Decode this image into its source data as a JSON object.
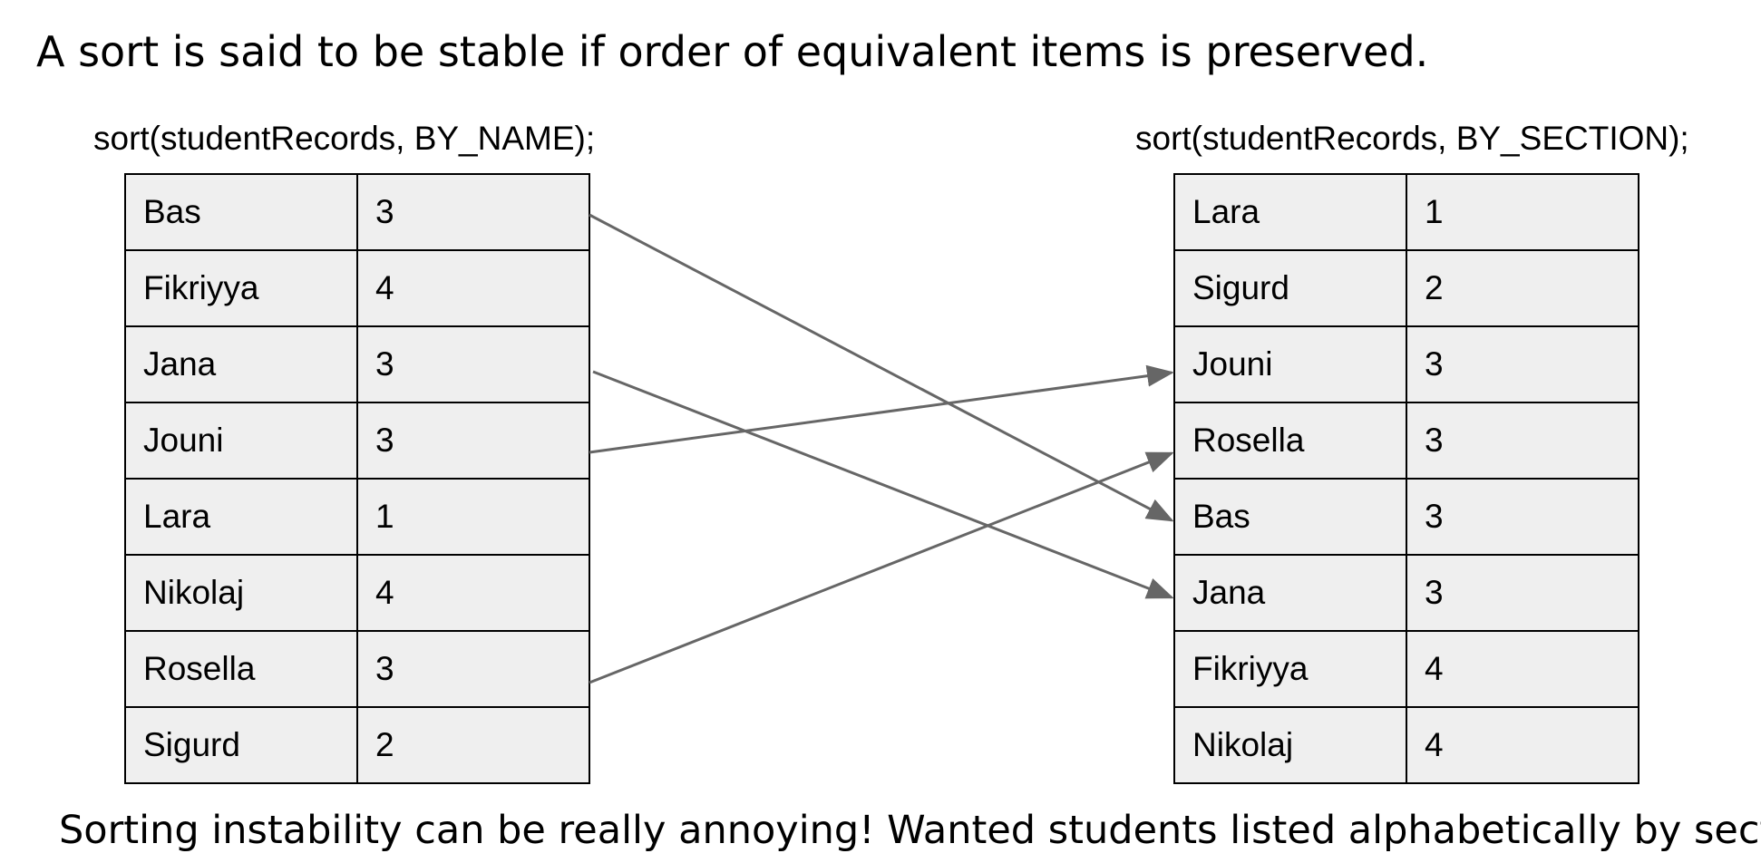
{
  "title": "A sort is said to be stable if order of equivalent items is preserved.",
  "left_panel": {
    "caption": "sort(studentRecords, BY_NAME);",
    "rows": [
      {
        "name": "Bas",
        "section": "3"
      },
      {
        "name": "Fikriyya",
        "section": "4"
      },
      {
        "name": "Jana",
        "section": "3"
      },
      {
        "name": "Jouni",
        "section": "3"
      },
      {
        "name": "Lara",
        "section": "1"
      },
      {
        "name": "Nikolaj",
        "section": "4"
      },
      {
        "name": "Rosella",
        "section": "3"
      },
      {
        "name": "Sigurd",
        "section": "2"
      }
    ]
  },
  "right_panel": {
    "caption": "sort(studentRecords, BY_SECTION);",
    "rows": [
      {
        "name": "Lara",
        "section": "1"
      },
      {
        "name": "Sigurd",
        "section": "2"
      },
      {
        "name": "Jouni",
        "section": "3"
      },
      {
        "name": "Rosella",
        "section": "3"
      },
      {
        "name": "Bas",
        "section": "3"
      },
      {
        "name": "Jana",
        "section": "3"
      },
      {
        "name": "Fikriyya",
        "section": "4"
      },
      {
        "name": "Nikolaj",
        "section": "4"
      }
    ]
  },
  "arrows": [
    {
      "from_row": 0,
      "to_row": 4
    },
    {
      "from_row": 2,
      "to_row": 5
    },
    {
      "from_row": 3,
      "to_row": 2
    },
    {
      "from_row": 6,
      "to_row": 3
    }
  ],
  "arrow_color": "#666666",
  "cell_background": "#efefef",
  "footer": "Sorting instability can be really annoying! Wanted students listed alphabetically by section."
}
